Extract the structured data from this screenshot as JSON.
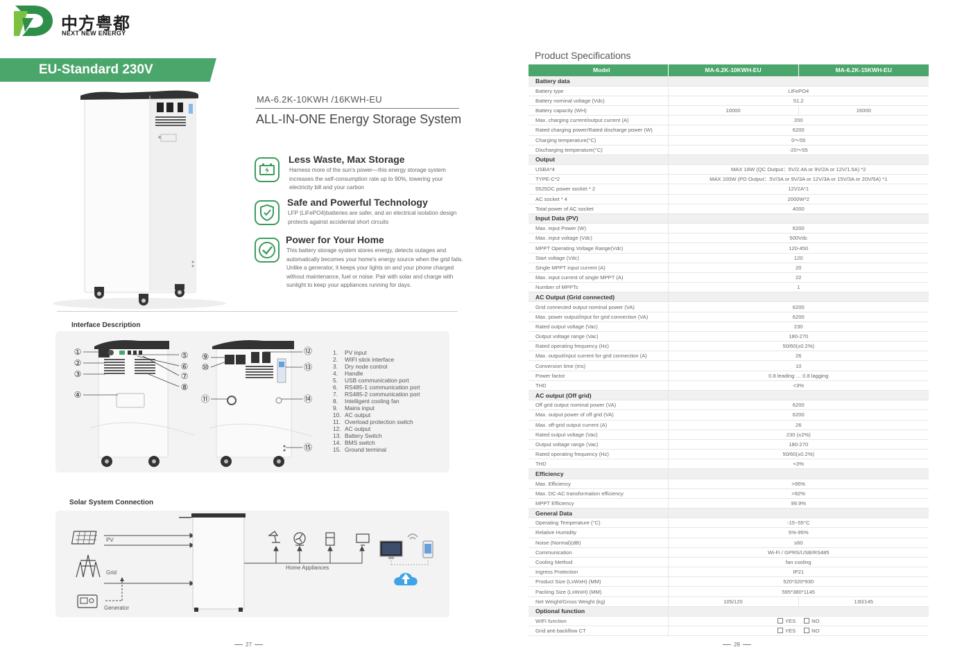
{
  "brand": {
    "name_cn": "中方粤都",
    "name_en": "NEXT NEW ENERGY",
    "color": "#2f8f4a"
  },
  "banner": {
    "text": "EU-Standard  230V",
    "color": "#4aa66a"
  },
  "product": {
    "model_line": "MA-6.2K-10KWH /16KWH-EU",
    "title": "ALL-IN-ONE  Energy Storage System"
  },
  "features": [
    {
      "icon": "battery-charge-icon",
      "title": "Less Waste, Max Storage",
      "text": "Harness more of the sun's power—this energy storage system increases the self-consumption rate up to 90%, lowering your electricity bill and your carbon"
    },
    {
      "icon": "shield-check-icon",
      "title": "Safe and Powerful Technology",
      "text": "LFP (LiFePO4)batteries are safer, and an electrical isolation design protects against accidental short circuits"
    },
    {
      "icon": "checkmark-circle-icon",
      "title": "Power for Your Home",
      "text": "This battery storage system stores energy, detects outages and automatically becomes your home's energy source when the grid fails. Unlike a generator, it keeps your lights on and your phone charged without maintenance, fuel or noise. Pair with solar and charge with sunlight to keep your appliances running for days."
    }
  ],
  "interface": {
    "title": "Interface Description",
    "markers": [
      "①",
      "②",
      "③",
      "④",
      "⑤",
      "⑥",
      "⑦",
      "⑧",
      "⑨",
      "⑩",
      "⑪",
      "⑫",
      "⑬",
      "⑭",
      "⑮"
    ],
    "items": [
      {
        "num": "1.",
        "label": "PV input"
      },
      {
        "num": "2.",
        "label": "WIFI stick interface"
      },
      {
        "num": "3.",
        "label": "Dry node control"
      },
      {
        "num": "4.",
        "label": "Handle"
      },
      {
        "num": "5.",
        "label": "USB communication port"
      },
      {
        "num": "6.",
        "label": "RS485-1 communication port"
      },
      {
        "num": "7.",
        "label": "RS485-2 communication port"
      },
      {
        "num": "8.",
        "label": "Intelligent cooling fan"
      },
      {
        "num": "9.",
        "label": "Mains input"
      },
      {
        "num": "10.",
        "label": "AC output"
      },
      {
        "num": "11.",
        "label": "Overload protection switch"
      },
      {
        "num": "12.",
        "label": "AC output"
      },
      {
        "num": "13.",
        "label": "Battery Switch"
      },
      {
        "num": "14.",
        "label": "BMS switch"
      },
      {
        "num": "15.",
        "label": "Ground terminal"
      }
    ]
  },
  "solar": {
    "title": "Solar System Connection",
    "pv": "PV",
    "grid": "Grid",
    "generator": "Generator",
    "appliances": "Home Appliances"
  },
  "pages": {
    "left": "27",
    "right": "28"
  },
  "specs": {
    "heading": "Product Specifications",
    "header": {
      "label": "Model",
      "col1": "MA-6.2K-10KWH-EU",
      "col2": "MA-6.2K-15KWH-EU"
    },
    "sections": [
      {
        "title": "Battery data",
        "rows": [
          {
            "label": "Battery type",
            "value": "LiFePO4"
          },
          {
            "label": "Battery nominal voltage (Vdc)",
            "value": "51.2"
          },
          {
            "label": "Battery capacity (WH)",
            "v1": "10000",
            "v2": "16000"
          },
          {
            "label": "Max.  charging current/output current (A)",
            "value": "200"
          },
          {
            "label": "Rated charging power/Rated discharge power (W)",
            "value": "6200"
          },
          {
            "label": "Charging temperature(°C)",
            "value": "0～55"
          },
          {
            "label": "Discharging temperature(°C)",
            "value": "-20～55"
          }
        ]
      },
      {
        "title": "Output",
        "rows": [
          {
            "label": "USBA*4",
            "value": "MAX 18W (QC Output：5V/2.4A or 9V/2A or 12V/1.5A) *2"
          },
          {
            "label": "TYPE-C*2",
            "value": "MAX 100W  (PD Output：5V/3A or 9V/3A or 12V/3A or 15V/3A or 20V/5A) *1"
          },
          {
            "label": "5525DC power socket * 2",
            "value": "12V2A*1"
          },
          {
            "label": "AC socket * 4",
            "value": "2000W*2"
          },
          {
            "label": "Total power of AC socket",
            "value": "4000"
          }
        ]
      },
      {
        "title": "Input Data (PV)",
        "rows": [
          {
            "label": "Max.  input Power (W)",
            "value": "6200"
          },
          {
            "label": "Max.  input voltage (Vdc)",
            "value": "500Vdc"
          },
          {
            "label": "MPPT Operating Voltage Range(Vdc)",
            "value": "120-450"
          },
          {
            "label": "Start voltage (Vdc)",
            "value": "120"
          },
          {
            "label": "Single MPPT input current (A)",
            "value": "20"
          },
          {
            "label": "Max.  input current of single MPPT (A)",
            "value": "22"
          },
          {
            "label": "Number of MPPTs",
            "value": "1"
          }
        ]
      },
      {
        "title": "AC Output (Grid connected)",
        "rows": [
          {
            "label": "Grid connected output nominal power (VA)",
            "value": "6200"
          },
          {
            "label": "Max.  power output/input for grid connection (VA)",
            "value": "6200"
          },
          {
            "label": "Rated output voltage (Vac)",
            "value": "230"
          },
          {
            "label": "Output voltage range (Vac)",
            "value": "180-270"
          },
          {
            "label": "Rated operating frequency (Hz)",
            "value": "50/60(±0.2%)"
          },
          {
            "label": "Max.  output/input current for grid connection (A)",
            "value": "26"
          },
          {
            "label": "Conversion time (ms)",
            "value": "10"
          },
          {
            "label": "Power factor",
            "value": "0.8 leading … 0.8 lagging"
          },
          {
            "label": "THD",
            "value": "<3%"
          }
        ]
      },
      {
        "title": "AC output (Off grid)",
        "rows": [
          {
            "label": "Off grid output nominal power (VA)",
            "value": "6200"
          },
          {
            "label": "Max. output power of off grid (VA)",
            "value": "6200"
          },
          {
            "label": "Max. off-grid output current (A)",
            "value": "26"
          },
          {
            "label": "Rated output voltage (Vac)",
            "value": "230 (±2%)"
          },
          {
            "label": "Output voltage range (Vac)",
            "value": "180-270"
          },
          {
            "label": "Rated operating frequency (Hz)",
            "value": "50/60(±0.2%)"
          },
          {
            "label": "THD",
            "value": "<3%"
          }
        ]
      },
      {
        "title": "Efficiency",
        "rows": [
          {
            "label": "Max. Efficiency",
            "value": ">95%"
          },
          {
            "label": "Max.  DC-AC  transformation efficiency",
            "value": ">92%"
          },
          {
            "label": "MPPT Efficiency",
            "value": "99.9%"
          }
        ]
      },
      {
        "title": "General Data",
        "rows": [
          {
            "label": "Operating Temperature  (°C)",
            "value": "-15~55°C"
          },
          {
            "label": "Relative Humidity",
            "value": "5%-95%"
          },
          {
            "label": "Noise (Normal)(dB)",
            "value": "≤60"
          },
          {
            "label": "Communication",
            "value": "Wi-Fi / GPRS/USB/RS485"
          },
          {
            "label": "Cooling Method",
            "value": "fan cooling"
          },
          {
            "label": "Ingress Protection",
            "value": "IP21"
          },
          {
            "label": "Product Size (LxWxH) (MM)",
            "value": "520*320*930"
          },
          {
            "label": "Packing Size (LxWxH) (MM)",
            "value": "595*380*1145"
          },
          {
            "label": "Net Weight/Gross Weight (kg)",
            "v1": "105/120",
            "v2": "130/145"
          }
        ]
      },
      {
        "title": "Optional function",
        "rows": [
          {
            "label": "WIFI function",
            "yes": "YES",
            "no": "NO"
          },
          {
            "label": "Grid anti backflow CT",
            "yes": "YES",
            "no": "NO"
          }
        ]
      }
    ]
  }
}
